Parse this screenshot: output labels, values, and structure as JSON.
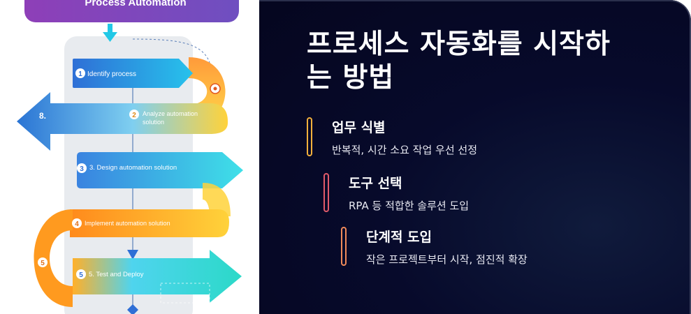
{
  "illustration": {
    "header": "Process Automation",
    "steps": [
      {
        "num": "1",
        "label": "Identify process"
      },
      {
        "num": "2",
        "label": "Analyze automation",
        "label2": "solution"
      },
      {
        "num": "3",
        "label": "3.  Design automation solution"
      },
      {
        "num": "4",
        "label": "Implement automation solution"
      },
      {
        "num": "5",
        "label": "5. Test and Deploy"
      }
    ],
    "side_numbers": {
      "left_top": "8.",
      "left_bottom": "5"
    },
    "colors": {
      "header": "#7b3fb0",
      "accent_cyan": "#22c8e6",
      "accent_orange": "#ff9a1f",
      "arrow_blue": "#2f78d8"
    }
  },
  "panel": {
    "title_line1": "프로세스 자동화를 시작하",
    "title_line2": "는 방법",
    "steps": [
      {
        "title": "업무 식별",
        "desc": "반복적, 시간 소요 작업 우선 선정",
        "color": "#f2b03c"
      },
      {
        "title": "도구 선택",
        "desc": "RPA 등 적합한 솔루션 도입",
        "color": "#e05a6a"
      },
      {
        "title": "단계적 도입",
        "desc": "작은 프로젝트부터 시작, 점진적 확장",
        "color": "#f08a5a"
      }
    ],
    "colors": {
      "background": "#070a2b",
      "text": "#ffffff"
    }
  }
}
